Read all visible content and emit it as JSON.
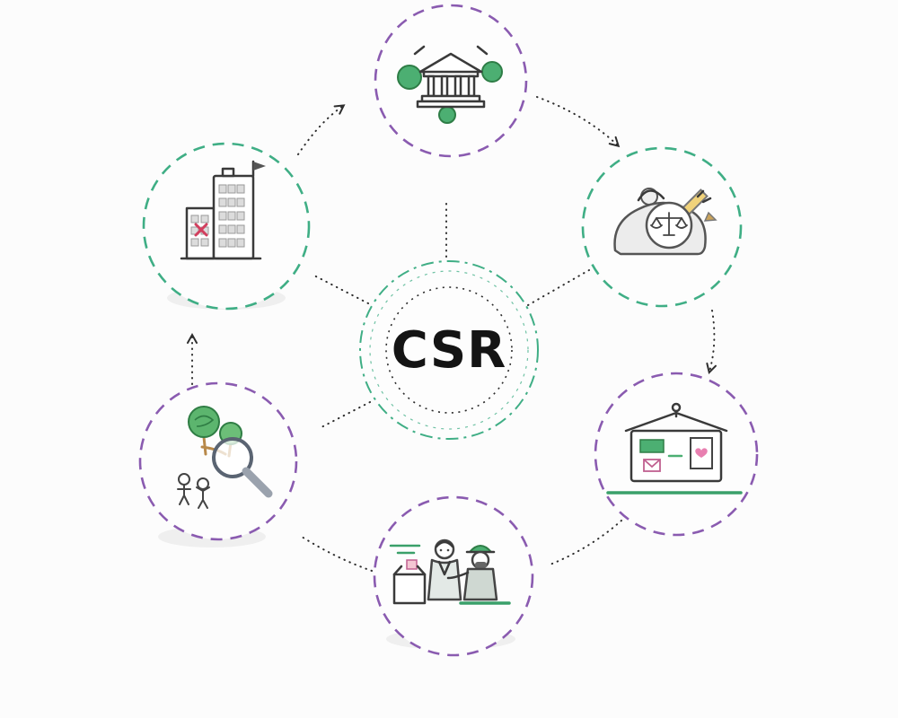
{
  "diagram": {
    "title": "CSR cycle diagram",
    "background_color": "#fcfcfc",
    "connector_color": "#2e2e2e",
    "center": {
      "label": "CSR",
      "outer_ring_color": "#3fae85",
      "inner_ring_color": "#2b2b2b"
    },
    "nodes": [
      {
        "id": "government-institution",
        "position": "top",
        "icon": "bank-icon",
        "ring_color": "#8a5bb0"
      },
      {
        "id": "ethics-and-balance",
        "position": "top-right",
        "icon": "scales-icon",
        "ring_color": "#3fae85"
      },
      {
        "id": "community-board",
        "position": "right",
        "icon": "notice-board-icon",
        "ring_color": "#8a5bb0"
      },
      {
        "id": "workforce",
        "position": "bottom",
        "icon": "workers-icon",
        "ring_color": "#8a5bb0"
      },
      {
        "id": "environmental-research",
        "position": "bottom-left",
        "icon": "magnifier-trees-icon",
        "ring_color": "#8a5bb0"
      },
      {
        "id": "city-buildings",
        "position": "top-left",
        "icon": "buildings-icon",
        "ring_color": "#3fae85"
      }
    ]
  }
}
